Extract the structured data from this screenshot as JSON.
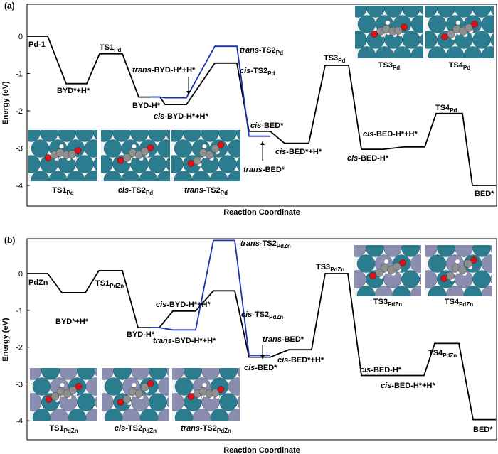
{
  "chart_data": [
    {
      "type": "line",
      "panel_label": "(a)",
      "xlabel": "Reaction Coordinate",
      "ylabel": "Energy (eV)",
      "ylim": [
        -4.35,
        0.95
      ],
      "yticks": [
        0,
        -1,
        -2,
        -3,
        -4
      ],
      "ytick_labels": [
        "0",
        "-1",
        "-2",
        "-3",
        "-4"
      ],
      "series": [
        {
          "color": "#000000",
          "points": [
            {
              "x": 0,
              "y": 0.0
            },
            {
              "x": 1,
              "y": -1.27
            },
            {
              "x": 2,
              "y": -0.47
            },
            {
              "x": 3,
              "y": -1.63
            },
            {
              "x": 4,
              "y": -1.83
            },
            {
              "x": 5,
              "y": -0.72
            },
            {
              "x": 6,
              "y": -2.55
            },
            {
              "x": 7,
              "y": -2.87
            },
            {
              "x": 8,
              "y": -0.78
            },
            {
              "x": 9,
              "y": -3.03
            },
            {
              "x": 10,
              "y": -2.97
            },
            {
              "x": 11,
              "y": -2.07
            },
            {
              "x": 12,
              "y": -4.0
            }
          ]
        },
        {
          "color": "#1c2fb5",
          "points": [
            {
              "x": 3.55,
              "y": -1.63
            },
            {
              "x": 4,
              "y": -1.65
            },
            {
              "x": 5,
              "y": -0.27
            },
            {
              "x": 6,
              "y": -2.68
            }
          ]
        }
      ],
      "labels": [
        {
          "key": "p0",
          "text": "Pd-1",
          "sub": ""
        },
        {
          "key": "p1",
          "text": "BYD*+H*",
          "sub": ""
        },
        {
          "key": "p2",
          "text": "TS1",
          "sub": "Pd"
        },
        {
          "key": "p3",
          "text": "BYD-H*",
          "sub": ""
        },
        {
          "key": "p4",
          "text": "cis-BYD-H*+H*",
          "sub": ""
        },
        {
          "key": "p4t",
          "text": "trans-BYD-H*+H*",
          "sub": ""
        },
        {
          "key": "p5",
          "text": "cis-TS2",
          "sub": "Pd"
        },
        {
          "key": "p5t",
          "text": "trans-TS2",
          "sub": "Pd"
        },
        {
          "key": "p6",
          "text": "cis-BED*",
          "sub": ""
        },
        {
          "key": "p6t",
          "text": "trans-BED*",
          "sub": ""
        },
        {
          "key": "p7",
          "text": "cis-BED*+H*",
          "sub": ""
        },
        {
          "key": "p8",
          "text": "TS3",
          "sub": "Pd"
        },
        {
          "key": "p9",
          "text": "cis-BED-H*",
          "sub": ""
        },
        {
          "key": "p10",
          "text": "cis-BED-H*+H*",
          "sub": ""
        },
        {
          "key": "p11",
          "text": "TS4",
          "sub": "Pd"
        },
        {
          "key": "p12",
          "text": "BED*",
          "sub": ""
        }
      ],
      "inset_captions": [
        {
          "text": "TS1",
          "sub": "Pd"
        },
        {
          "text": "cis-TS2",
          "sub": "Pd"
        },
        {
          "text": "trans-TS2",
          "sub": "Pd"
        },
        {
          "text": "TS3",
          "sub": "Pd"
        },
        {
          "text": "TS4",
          "sub": "Pd"
        }
      ]
    },
    {
      "type": "line",
      "panel_label": "(b)",
      "xlabel": "Reaction Coordinate",
      "ylabel": "Energy (eV)",
      "ylim": [
        -4.3,
        0.95
      ],
      "yticks": [
        0,
        -1,
        -2,
        -3,
        -4
      ],
      "ytick_labels": [
        "0",
        "-1",
        "-2",
        "-3",
        "-4"
      ],
      "series": [
        {
          "color": "#000000",
          "points": [
            {
              "x": 0,
              "y": 0.0
            },
            {
              "x": 1,
              "y": -0.52
            },
            {
              "x": 2,
              "y": 0.08
            },
            {
              "x": 3,
              "y": -1.47
            },
            {
              "x": 4,
              "y": -1.02
            },
            {
              "x": 5,
              "y": -0.47
            },
            {
              "x": 6,
              "y": -2.27
            },
            {
              "x": 7,
              "y": -2.07
            },
            {
              "x": 8,
              "y": 0.0
            },
            {
              "x": 9,
              "y": -2.77
            },
            {
              "x": 10,
              "y": -2.77
            },
            {
              "x": 11,
              "y": -1.9
            },
            {
              "x": 12,
              "y": -3.97
            }
          ]
        },
        {
          "color": "#1c2fb5",
          "points": [
            {
              "x": 3.6,
              "y": -1.47
            },
            {
              "x": 4,
              "y": -1.53
            },
            {
              "x": 5,
              "y": 0.9
            },
            {
              "x": 6,
              "y": -2.22
            }
          ]
        }
      ],
      "labels": [
        {
          "key": "p0",
          "text": "PdZn",
          "sub": ""
        },
        {
          "key": "p1",
          "text": "BYD*+H*",
          "sub": ""
        },
        {
          "key": "p2",
          "text": "TS1",
          "sub": "PdZn"
        },
        {
          "key": "p3",
          "text": "BYD-H*",
          "sub": ""
        },
        {
          "key": "p4",
          "text": "cis-BYD-H*+H*",
          "sub": ""
        },
        {
          "key": "p4t",
          "text": "trans-BYD-H*+H*",
          "sub": ""
        },
        {
          "key": "p5",
          "text": "cis-TS2",
          "sub": "PdZn"
        },
        {
          "key": "p5t",
          "text": "trans-TS2",
          "sub": "PdZn"
        },
        {
          "key": "p6",
          "text": "cis-BED*",
          "sub": ""
        },
        {
          "key": "p6t",
          "text": "trans-BED*",
          "sub": ""
        },
        {
          "key": "p7",
          "text": "cis-BED*+H*",
          "sub": ""
        },
        {
          "key": "p8",
          "text": "TS3",
          "sub": "PdZn"
        },
        {
          "key": "p9",
          "text": "cis-BED-H*",
          "sub": ""
        },
        {
          "key": "p10",
          "text": "cis-BED-H*+H*",
          "sub": ""
        },
        {
          "key": "p11",
          "text": "TS4",
          "sub": "PdZn"
        },
        {
          "key": "p12",
          "text": "BED*",
          "sub": ""
        }
      ],
      "inset_captions": [
        {
          "text": "TS1",
          "sub": "PdZn"
        },
        {
          "text": "cis-TS2",
          "sub": "PdZn"
        },
        {
          "text": "trans-TS2",
          "sub": "PdZn"
        },
        {
          "text": "TS3",
          "sub": "PdZn"
        },
        {
          "text": "TS4",
          "sub": "PdZn"
        }
      ]
    }
  ],
  "colors": {
    "cis_path": "#000000",
    "trans_path": "#1c2fb5",
    "pd_atom": "#2a7c8e",
    "zn_atom": "#8a8db0",
    "carbon_atom": "#8f8f8f",
    "hydrogen_atom": "#ffffff",
    "oxygen_atom": "#d8141a"
  }
}
